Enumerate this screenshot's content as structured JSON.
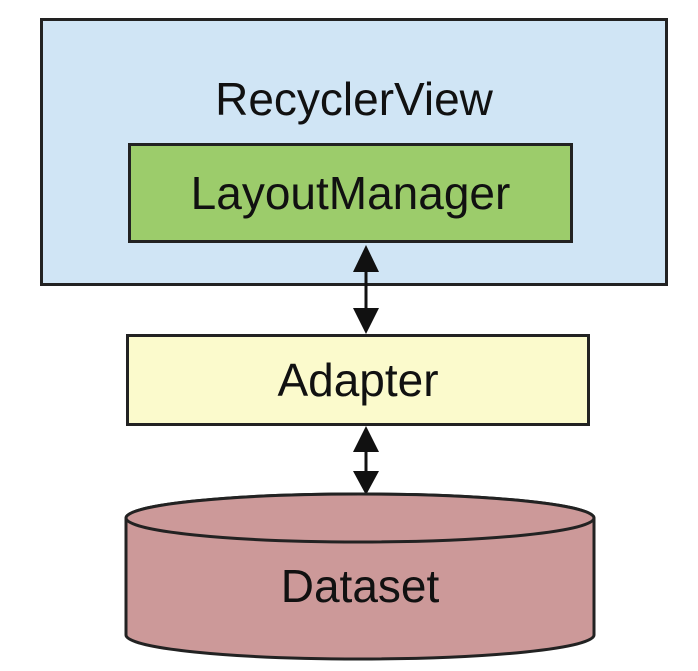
{
  "diagram": {
    "recyclerview": {
      "label": "RecyclerView",
      "fill": "#d0e5f5"
    },
    "layoutmanager": {
      "label": "LayoutManager",
      "fill": "#9ccc6b"
    },
    "adapter": {
      "label": "Adapter",
      "fill": "#fbfacc"
    },
    "dataset": {
      "label": "Dataset",
      "fill": "#cc9999"
    },
    "connectors": [
      {
        "from": "layoutmanager",
        "to": "adapter",
        "style": "double-arrow"
      },
      {
        "from": "adapter",
        "to": "dataset",
        "style": "double-arrow"
      }
    ]
  }
}
